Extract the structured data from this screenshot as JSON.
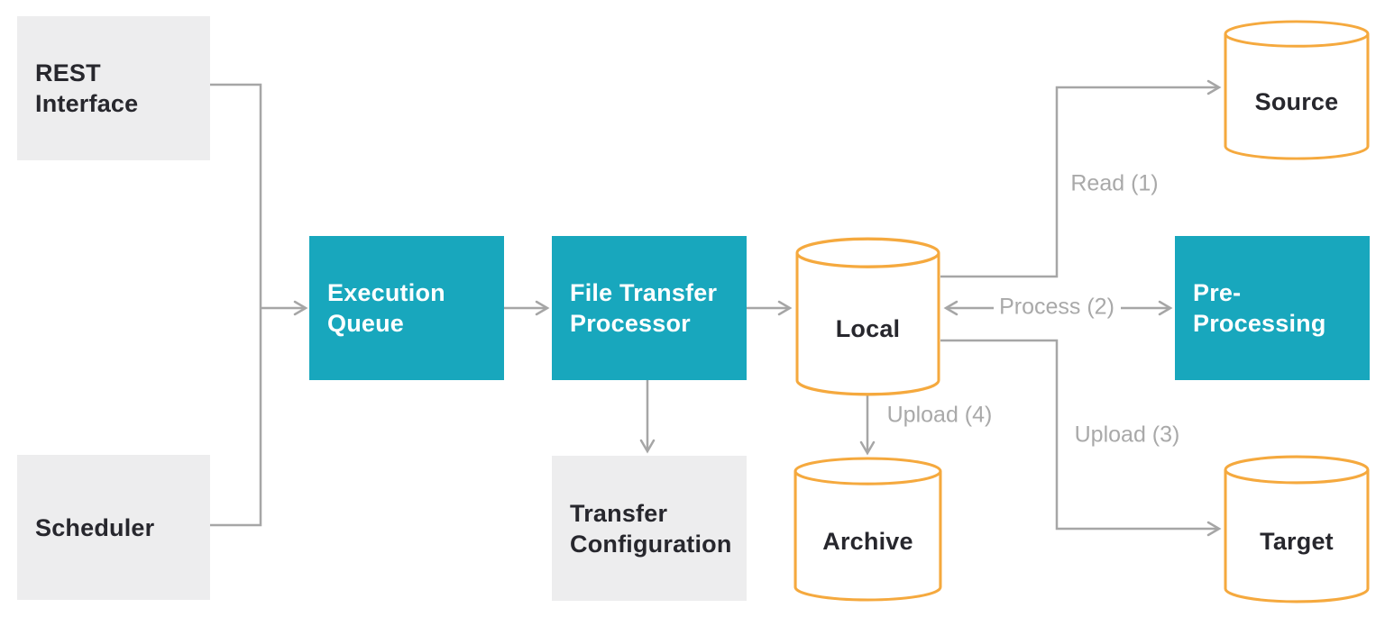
{
  "nodes": {
    "rest_interface": {
      "label": "REST\nInterface"
    },
    "scheduler": {
      "label": "Scheduler"
    },
    "execution_queue": {
      "label": "Execution\nQueue"
    },
    "file_transfer_processor": {
      "label": "File Transfer\nProcessor"
    },
    "transfer_configuration": {
      "label": "Transfer\nConfiguration"
    },
    "local": {
      "label": "Local"
    },
    "archive": {
      "label": "Archive"
    },
    "source": {
      "label": "Source"
    },
    "pre_processing": {
      "label": "Pre-\nProcessing"
    },
    "target": {
      "label": "Target"
    }
  },
  "edges": {
    "read": {
      "label": "Read (1)"
    },
    "process": {
      "label": "Process (2)"
    },
    "upload_target": {
      "label": "Upload (3)"
    },
    "upload_archive": {
      "label": "Upload (4)"
    }
  },
  "colors": {
    "teal": "#18A7BD",
    "orange": "#F5A93E",
    "box_gray": "#EDEDEE",
    "line_gray": "#A6A6A6",
    "label_gray": "#A9A9A9",
    "text_dark": "#27272D"
  }
}
